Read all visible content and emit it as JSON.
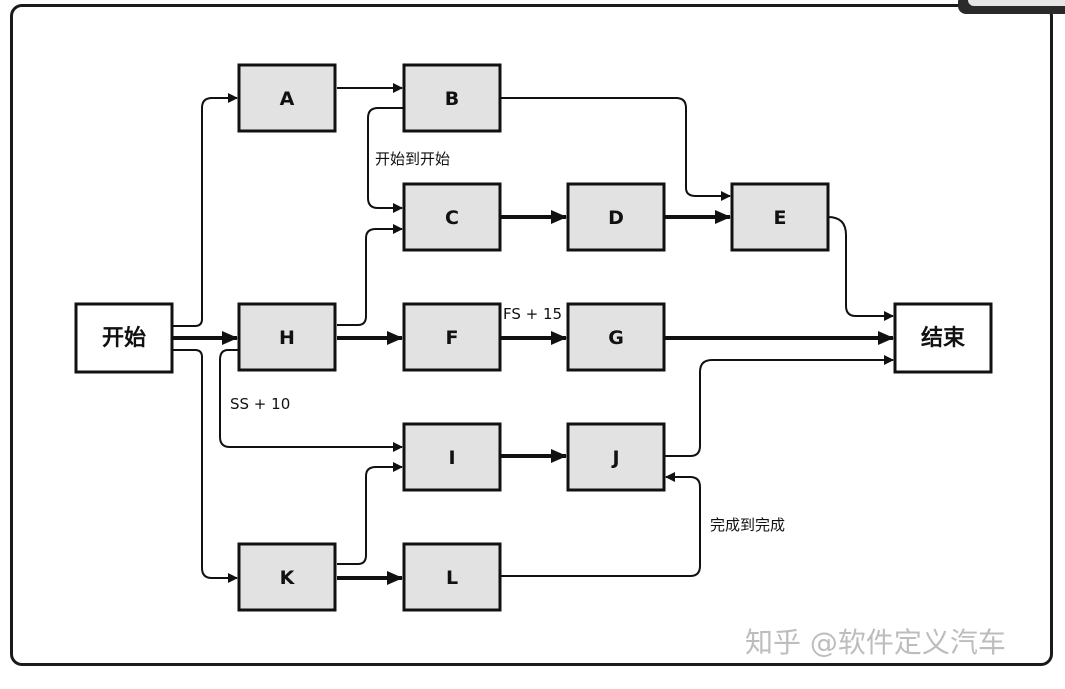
{
  "nodes": [
    {
      "id": "start",
      "label": "开始",
      "terminal": true
    },
    {
      "id": "A",
      "label": "A"
    },
    {
      "id": "B",
      "label": "B"
    },
    {
      "id": "C",
      "label": "C"
    },
    {
      "id": "D",
      "label": "D"
    },
    {
      "id": "E",
      "label": "E"
    },
    {
      "id": "H",
      "label": "H"
    },
    {
      "id": "F",
      "label": "F"
    },
    {
      "id": "G",
      "label": "G"
    },
    {
      "id": "I",
      "label": "I"
    },
    {
      "id": "J",
      "label": "J"
    },
    {
      "id": "K",
      "label": "K"
    },
    {
      "id": "L",
      "label": "L"
    },
    {
      "id": "end",
      "label": "结束",
      "terminal": true
    }
  ],
  "edges": [
    {
      "from": "start",
      "to": "A"
    },
    {
      "from": "start",
      "to": "H"
    },
    {
      "from": "start",
      "to": "K"
    },
    {
      "from": "A",
      "to": "B"
    },
    {
      "from": "B",
      "to": "C",
      "annotation": "开始到开始"
    },
    {
      "from": "B",
      "to": "E"
    },
    {
      "from": "C",
      "to": "D"
    },
    {
      "from": "D",
      "to": "E"
    },
    {
      "from": "E",
      "to": "end"
    },
    {
      "from": "H",
      "to": "C"
    },
    {
      "from": "H",
      "to": "F"
    },
    {
      "from": "H",
      "to": "I",
      "annotation": "SS + 10"
    },
    {
      "from": "F",
      "to": "G",
      "annotation": "FS + 15"
    },
    {
      "from": "G",
      "to": "end"
    },
    {
      "from": "I",
      "to": "J"
    },
    {
      "from": "J",
      "to": "end"
    },
    {
      "from": "K",
      "to": "I"
    },
    {
      "from": "K",
      "to": "L"
    },
    {
      "from": "L",
      "to": "J",
      "annotation": "完成到完成"
    }
  ],
  "annotations": {
    "ss": "开始到开始",
    "fs": "FS + 15",
    "ss10": "SS + 10",
    "ff": "完成到完成"
  },
  "watermark": "知乎 @软件定义汽车",
  "colors": {
    "node_fill": "#e2e2e2",
    "terminal_fill": "#ffffff",
    "stroke": "#111111"
  }
}
